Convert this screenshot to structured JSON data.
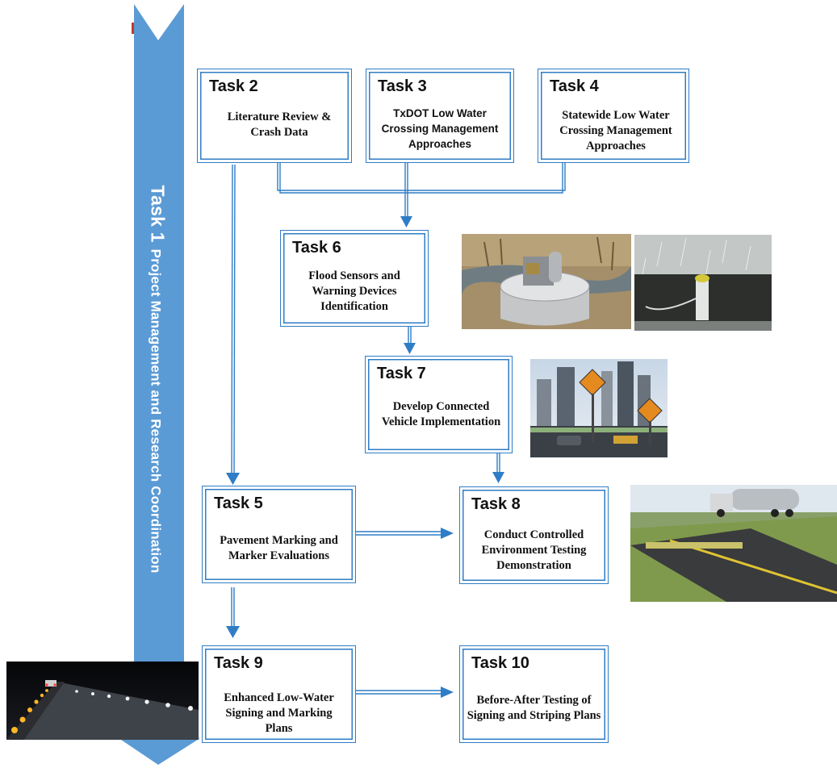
{
  "banner": {
    "task_label": "Task 1",
    "title": "Project Management and Research Coordination",
    "color": "#5b9bd5"
  },
  "tasks": [
    {
      "id": "task2",
      "number": "Task 2",
      "description": "Literature Review & Crash Data"
    },
    {
      "id": "task3",
      "number": "Task 3",
      "description": "TxDOT Low Water Crossing Management Approaches"
    },
    {
      "id": "task4",
      "number": "Task 4",
      "description": "Statewide Low Water Crossing Management Approaches"
    },
    {
      "id": "task6",
      "number": "Task 6",
      "description": "Flood Sensors and Warning Devices Identification"
    },
    {
      "id": "task7",
      "number": "Task 7",
      "description": "Develop Connected Vehicle Implementation"
    },
    {
      "id": "task5",
      "number": "Task 5",
      "description": "Pavement Marking and Marker Evaluations"
    },
    {
      "id": "task8",
      "number": "Task 8",
      "description": "Conduct Controlled Environment Testing Demonstration"
    },
    {
      "id": "task9",
      "number": "Task 9",
      "description": "Enhanced Low-Water Signing and Marking Plans"
    },
    {
      "id": "task10",
      "number": "Task 10",
      "description": "Before-After Testing of Signing and Striping Plans"
    }
  ],
  "colors": {
    "arrow": "#2f7dc6",
    "box_border": "#2f7dc6"
  }
}
